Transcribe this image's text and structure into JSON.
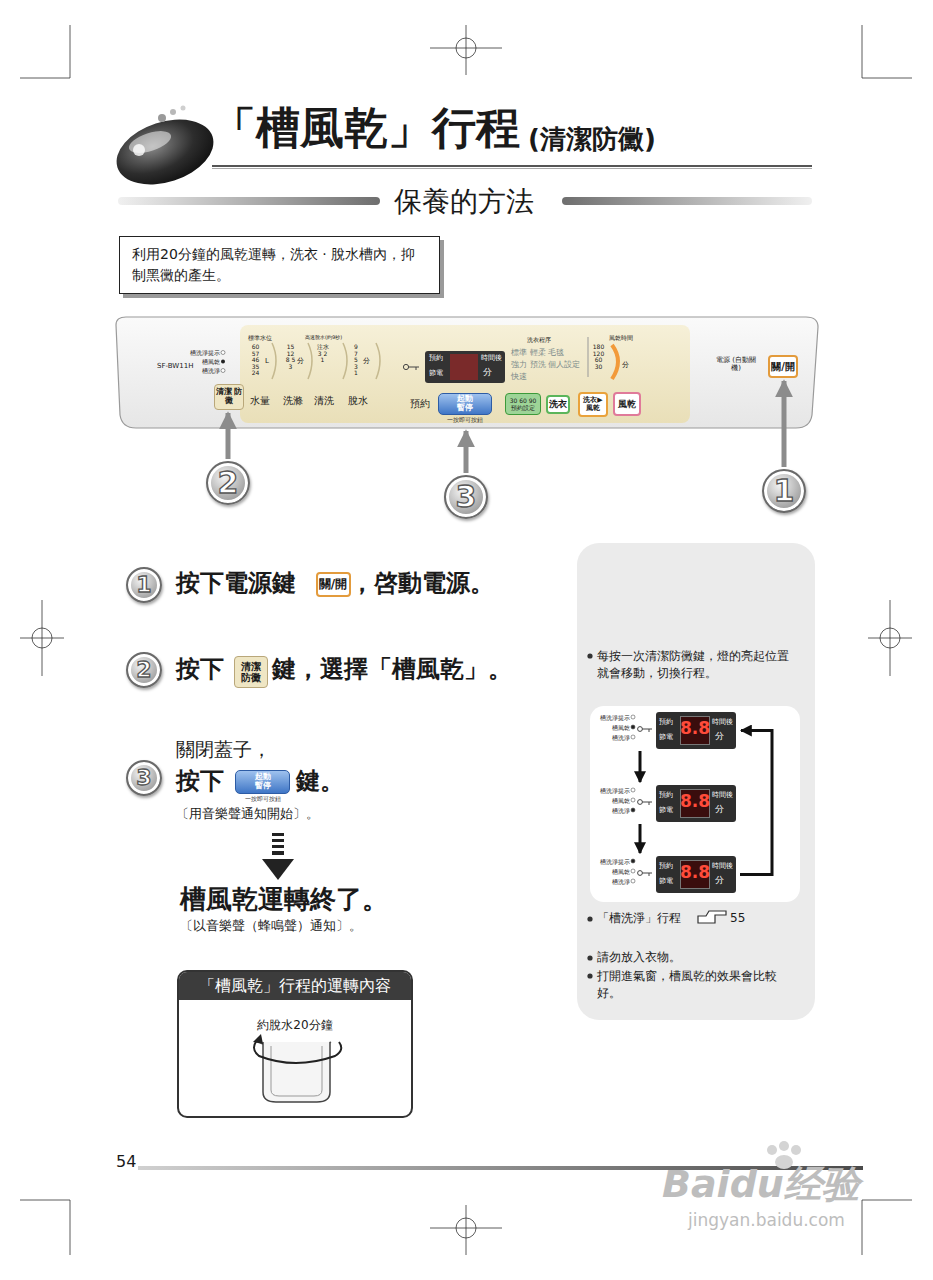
{
  "diagram": {
    "title": "「槽風乾」行程",
    "nodes": [
      {
        "text": [
          "利用20分鐘的風乾運轉，洗衣 · 脫水槽內，抑制黑黴的產生。"
        ]
      },
      {
        "text": [
          "SF-BW11H",
          "槽洗淨提示",
          "槽風乾",
          "槽洗淨",
          "標準水位",
          "60 57 46 35 24",
          "L",
          "15 12 8 5 3",
          "分",
          "高速脫水(約9秒)",
          "注水 3 2 1",
          "9 7 5 3 1",
          "分",
          "水量",
          "洗滌",
          "清洗",
          "脫水",
          "洗衣程序",
          "標準 輕柔 毛毯",
          "強力 預洗 個人設定",
          "快速",
          "風乾時間",
          "180 120 60 30",
          "分",
          "電源 (自動關機)",
          "預約"
        ]
      },
      {
        "text": [
          "清潔 防黴"
        ],
        "in": 1
      },
      {
        "text": [
          "預約",
          "節電",
          "時間後",
          "分"
        ],
        "in": 1
      },
      {
        "text": [
          "起動 暫停",
          "一按即可按鈕"
        ],
        "in": 1
      },
      {
        "text": [
          "30 60 90",
          "預約設定"
        ],
        "in": 1
      },
      {
        "text": [
          "洗衣"
        ],
        "in": 1
      },
      {
        "text": [
          "洗衣▶ 風乾"
        ],
        "in": 1
      },
      {
        "text": [
          "風乾"
        ],
        "in": 1
      },
      {
        "text": [
          "關/開"
        ],
        "in": 1
      },
      {
        "text": [
          "2"
        ]
      },
      {
        "text": [
          "3"
        ]
      },
      {
        "text": [
          "1"
        ]
      },
      {
        "text": [
          "1"
        ]
      },
      {
        "text": [
          "關/開"
        ]
      },
      {
        "text": [
          "2"
        ]
      },
      {
        "text": [
          "清潔 防黴"
        ]
      },
      {
        "text": [
          "3"
        ]
      },
      {
        "text": [
          "起動 暫停",
          "一按即可按鈕"
        ]
      },
      {
        "text": [
          "「槽風乾」行程的運轉內容",
          "約脫水20分鐘"
        ]
      },
      {
        "text": [
          "每按一次清潔防黴鍵，燈的亮起位置就會移動，切換行程。",
          "「槽洗淨」行程",
          "55",
          "請勿放入衣物。",
          "打開進氣窗，槽風乾的效果會比較好。"
        ]
      },
      {
        "text": [
          "槽洗淨提示",
          "槽風乾",
          "槽洗淨",
          "預約",
          "節電",
          "8.8",
          "時間後",
          "分"
        ],
        "in": 20
      },
      {
        "text": [
          "槽洗淨提示",
          "槽風乾",
          "槽洗淨",
          "預約",
          "節電",
          "8.8",
          "時間後",
          "分"
        ],
        "in": 20
      },
      {
        "text": [
          "槽洗淨提示",
          "槽風乾",
          "槽洗淨",
          "預約",
          "節電",
          "8.8",
          "時間後",
          "分"
        ],
        "in": 20
      }
    ],
    "edges": [
      {
        "from": 10,
        "to": 2,
        "arrow": "to"
      },
      {
        "from": 11,
        "to": 4,
        "arrow": "to"
      },
      {
        "from": 12,
        "to": 9,
        "arrow": "to"
      },
      {
        "from": 21,
        "to": 22,
        "arrow": "to"
      },
      {
        "from": 22,
        "to": 23,
        "arrow": "to"
      },
      {
        "from": 23,
        "to": 21,
        "arrow": "to"
      }
    ],
    "labels": [
      "(清潔防黴)",
      "保養的方法",
      "按下電源鍵",
      "，啓動電源。",
      "按下",
      "鍵，選擇「槽風乾」。",
      "關閉蓋子，",
      "按下",
      "鍵。",
      "〔用音樂聲通知開始〕。",
      "槽風乾運轉終了。",
      "〔以音樂聲（蜂鳴聲）通知〕。",
      "54",
      "Baidu经验",
      "jingyan.baidu.com"
    ]
  }
}
